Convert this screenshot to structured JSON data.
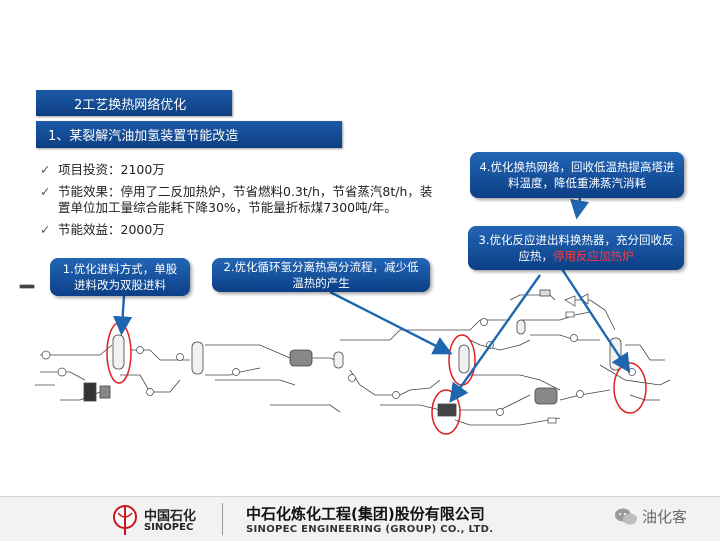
{
  "header": {
    "section_title": "2工艺换热网络优化",
    "subtitle": "1、某裂解汽油加氢装置节能改造"
  },
  "bullets": [
    {
      "label": "项目投资：2100万"
    },
    {
      "label": "节能效果：停用了二反加热炉，节省燃料0.3t/h，节省蒸汽8t/h，装置单位加工量综合能耗下降30%，节能量折标煤7300吨/年。"
    },
    {
      "label": "节能效益：2000万"
    }
  ],
  "callouts": {
    "c1": "1.优化进料方式，单股进料改为双股进料",
    "c2": "2.优化循环氢分离热高分流程，减少低温热的产生",
    "c3_main": "3.优化反应进出料换热器，充分回收反应热，",
    "c3_highlight": "停用反应加热炉",
    "c4": "4.优化换热网络，回收低温热提高塔进料温度，降低重沸蒸汽消耗"
  },
  "footer": {
    "sinopec_cn": "中国石化",
    "sinopec_en": "SINOPEC",
    "company_cn": "中石化炼化工程(集团)股份有限公司",
    "company_en": "SINOPEC ENGINEERING (GROUP) CO., LTD.",
    "watermark": "油化客"
  },
  "colors": {
    "header_blue": "#0d3f82",
    "arrow_blue": "#1f66b0",
    "highlight_red": "#ff3b3b",
    "circle_red": "#e02020"
  }
}
